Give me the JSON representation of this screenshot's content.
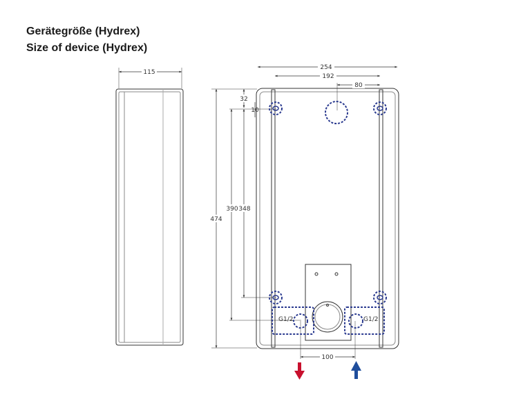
{
  "title": {
    "line1": "Gerätegröße (Hydrex)",
    "line2": "Size of device (Hydrex)"
  },
  "dimensions": {
    "side_depth": "115",
    "total_width": "254",
    "rail_spacing": "192",
    "center_offset": "80",
    "top_offset": "32",
    "hole_offset": "10",
    "total_height": "474",
    "height_390": "390",
    "height_348": "348",
    "connection_spacing": "100"
  },
  "connections": {
    "left_label": "G1/2",
    "right_label": "G1/2",
    "outlet_color": "#c8102e",
    "inlet_color": "#1f4e9c"
  },
  "colors": {
    "dashed": "#2a3a8f"
  }
}
